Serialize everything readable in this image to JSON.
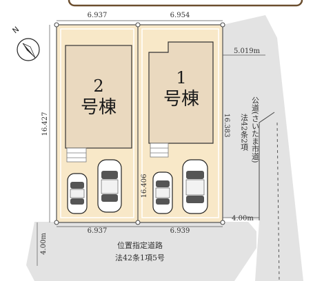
{
  "buildings": {
    "b2": {
      "number": "2",
      "label": "号棟"
    },
    "b1": {
      "number": "1",
      "label": "号棟"
    }
  },
  "dimensions": {
    "top_left": "6.937",
    "top_right": "6.954",
    "bottom_left": "6.937",
    "bottom_right": "6.939",
    "left_depth": "16.427",
    "right_depth": "16.383",
    "middle_depth": "16.406",
    "right_top": "5.019m",
    "right_bottom": "4.00m",
    "south_road_width": "4.00m"
  },
  "roads": {
    "east_line1": "公道(さいたま市道)",
    "east_line2": "法42条2項",
    "south_line1": "位置指定道路",
    "south_line2": "法42条1項5号"
  },
  "compass": {
    "north_label": "N"
  },
  "colors": {
    "lot_fill": "#f8e8c8",
    "footprint_fill": "#ead9bf",
    "road_fill": "#e3e3e3",
    "outline": "#4f4f4f",
    "top_band": "#6b4e2e"
  }
}
